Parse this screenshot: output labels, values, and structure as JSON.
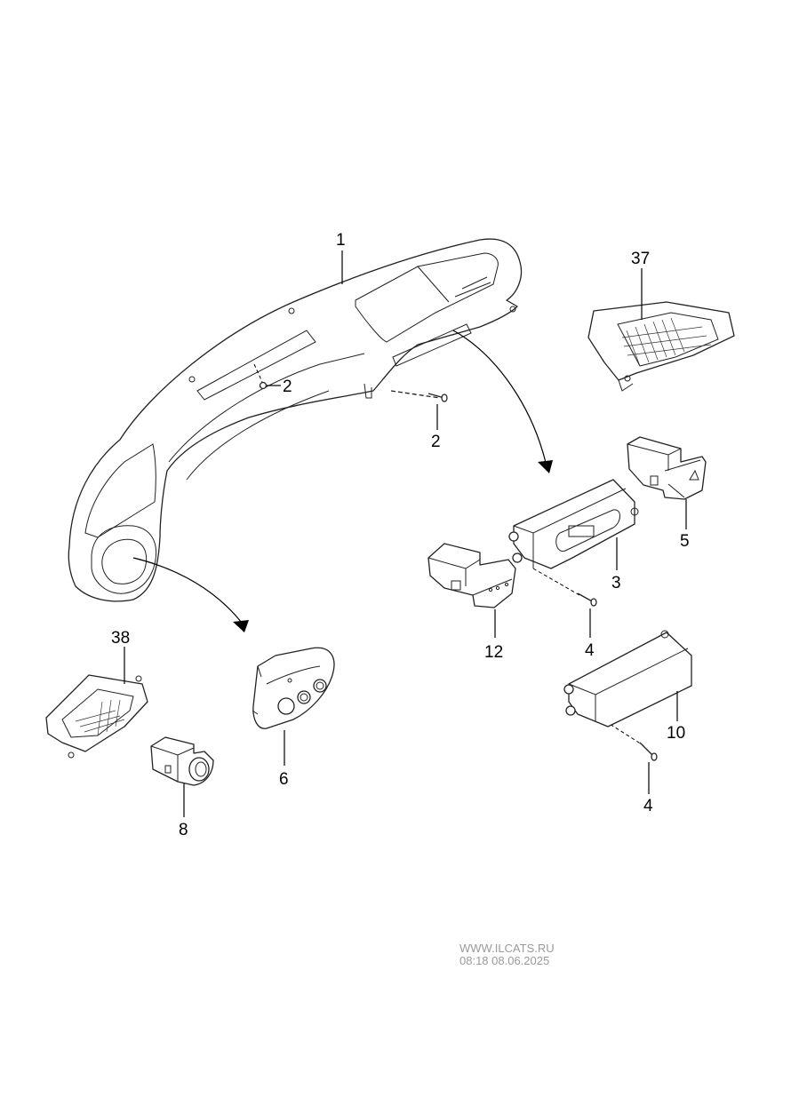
{
  "callouts": {
    "c1": "1",
    "c2a": "2",
    "c2b": "2",
    "c3": "3",
    "c4a": "4",
    "c4b": "4",
    "c5": "5",
    "c6": "6",
    "c8": "8",
    "c10": "10",
    "c12": "12",
    "c37": "37",
    "c38": "38"
  },
  "watermark": {
    "site": "WWW.ILCATS.RU",
    "datetime": "08:18 08.06.2025"
  }
}
